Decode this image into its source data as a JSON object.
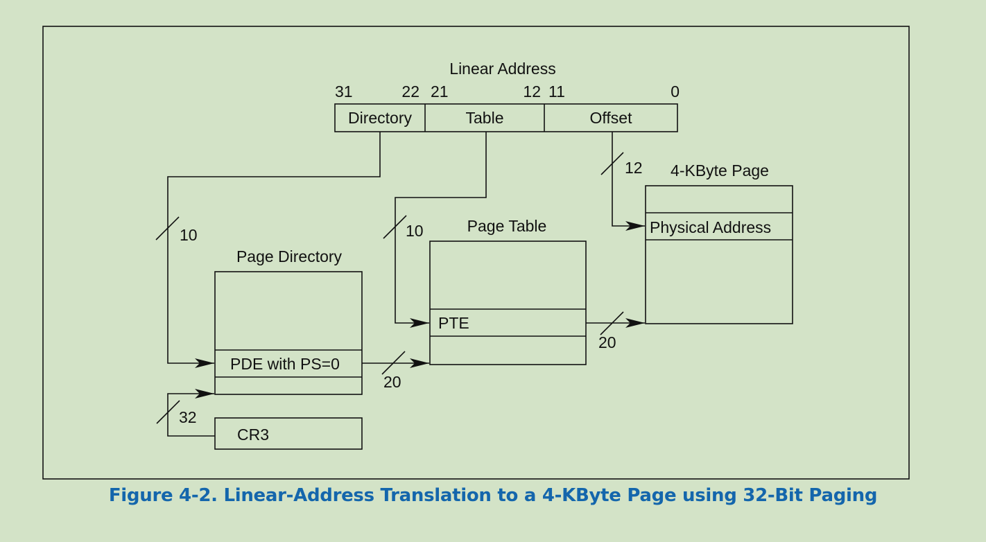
{
  "linear_address": {
    "title": "Linear Address",
    "bit_31": "31",
    "bit_22": "22",
    "bit_21": "21",
    "bit_12": "12",
    "bit_11": "11",
    "bit_0": "0",
    "field_directory": "Directory",
    "field_table": "Table",
    "field_offset": "Offset"
  },
  "page_directory": {
    "title": "Page Directory",
    "entry": "PDE with PS=0"
  },
  "page_table": {
    "title": "Page Table",
    "entry": "PTE"
  },
  "page": {
    "title": "4-KByte Page",
    "entry": "Physical Address"
  },
  "cr3": {
    "label": "CR3"
  },
  "widths": {
    "directory_index": "10",
    "table_index": "10",
    "offset": "12",
    "pde_to_table": "20",
    "pte_to_page": "20",
    "cr3_to_directory": "32"
  },
  "caption": "Figure 4-2.  Linear-Address Translation to a 4-KByte Page using 32-Bit Paging"
}
